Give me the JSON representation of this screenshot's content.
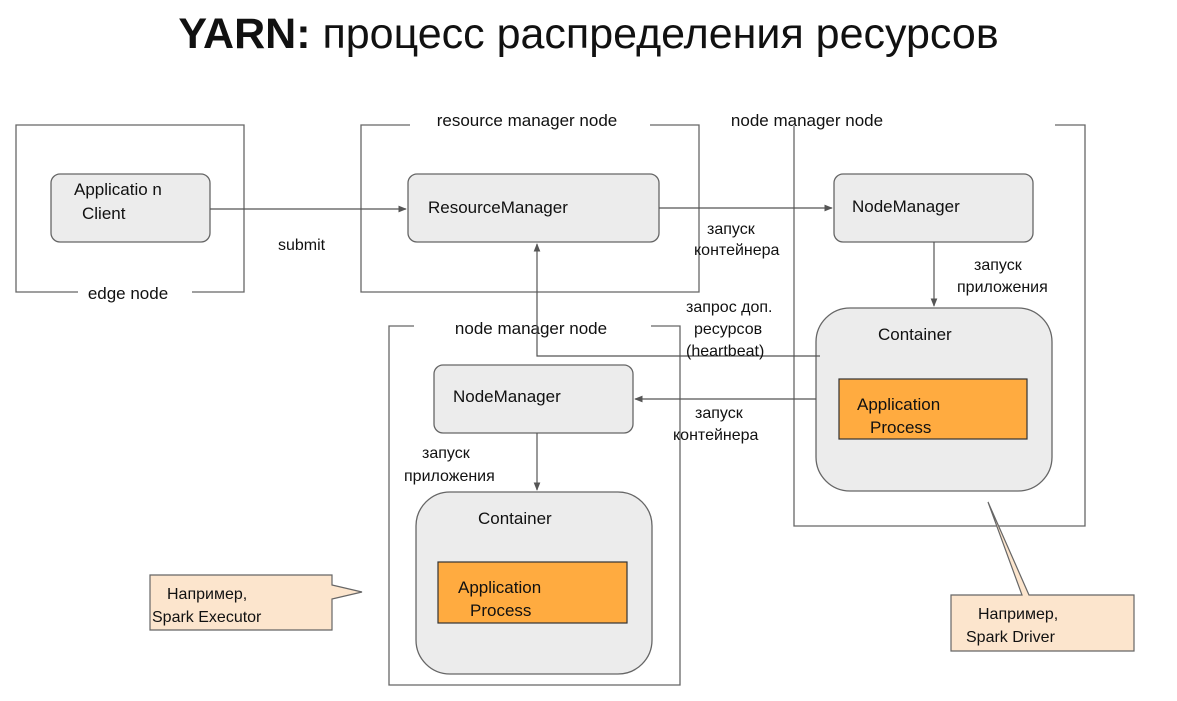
{
  "title": {
    "bold": "YARN:",
    "rest": " процесс распределения ресурсов"
  },
  "nodes": {
    "edge": "edge node",
    "resource_manager": "resource manager node",
    "node_manager_right": "node manager node",
    "node_manager_bottom": "node manager node"
  },
  "boxes": {
    "app_client": [
      "Applicatio n",
      "Client"
    ],
    "resource_manager": "ResourceManager",
    "node_manager_right": "NodeManager",
    "node_manager_bottom": "NodeManager",
    "container_right": "Container",
    "container_bottom": "Container",
    "app_process_right": [
      "Application",
      "Process"
    ],
    "app_process_bottom": [
      "Application",
      "Process"
    ]
  },
  "edges": {
    "submit": "submit",
    "launch_container_top": [
      "запуск",
      "контейнера"
    ],
    "launch_app_right": [
      "запуск",
      "приложения"
    ],
    "request_resources": [
      "запрос доп.",
      "ресурсов",
      "(heartbeat)"
    ],
    "launch_container_mid": [
      "запуск",
      "контейнера"
    ],
    "launch_app_bottom": [
      "запуск",
      "приложения"
    ]
  },
  "callouts": {
    "executor": [
      "Например,",
      "Spark Executor"
    ],
    "driver": [
      "Например,",
      "Spark Driver"
    ]
  },
  "colors": {
    "box_fill": "#ececec",
    "box_stroke": "#666666",
    "process_fill": "#ffab40",
    "process_stroke": "#333333",
    "callout_fill": "#fce5cd",
    "frame_stroke": "#666666"
  }
}
